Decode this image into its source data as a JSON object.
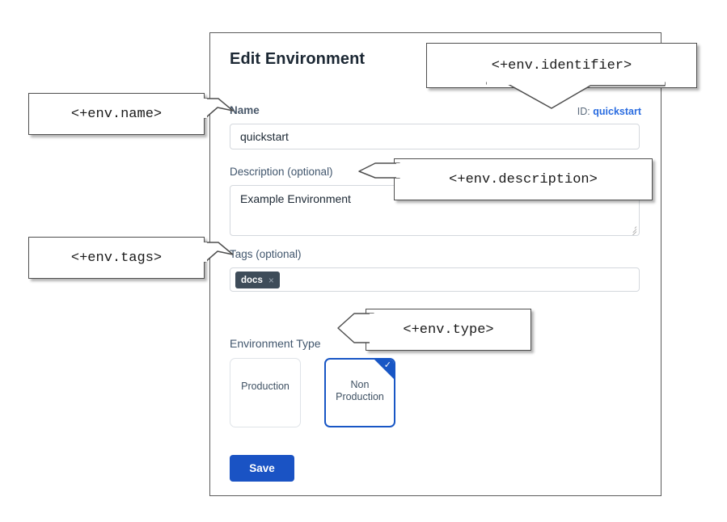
{
  "panel": {
    "title": "Edit Environment",
    "id_prefix": "ID:",
    "id_value": "quickstart",
    "fields": {
      "name": {
        "label": "Name",
        "value": "quickstart",
        "placeholder": ""
      },
      "description": {
        "label": "Description (optional)",
        "value": "Example Environment",
        "placeholder": ""
      },
      "tags": {
        "label": "Tags (optional)",
        "chip_label": "docs",
        "chip_remove": "×",
        "placeholder": ""
      },
      "environment_type": {
        "label": "Environment Type",
        "options": [
          {
            "label": "Production",
            "selected": false
          },
          {
            "label": "Non\nProduction",
            "line1": "Non",
            "line2": "Production",
            "selected": true
          }
        ],
        "selected_check": "✓"
      }
    },
    "save_label": "Save"
  },
  "callouts": [
    {
      "key": "name",
      "text": "<+env.name>"
    },
    {
      "key": "identifier",
      "text": "<+env.identifier>"
    },
    {
      "key": "description",
      "text": "<+env.description>"
    },
    {
      "key": "tags",
      "text": "<+env.tags>"
    },
    {
      "key": "type",
      "text": "<+env.type>"
    }
  ],
  "colors": {
    "accent_blue": "#1a53c4",
    "link_blue": "#2a6ce0",
    "chip_bg": "#3e4c59",
    "label_gray": "#49586a",
    "panel_border": "#5a5a5a"
  }
}
